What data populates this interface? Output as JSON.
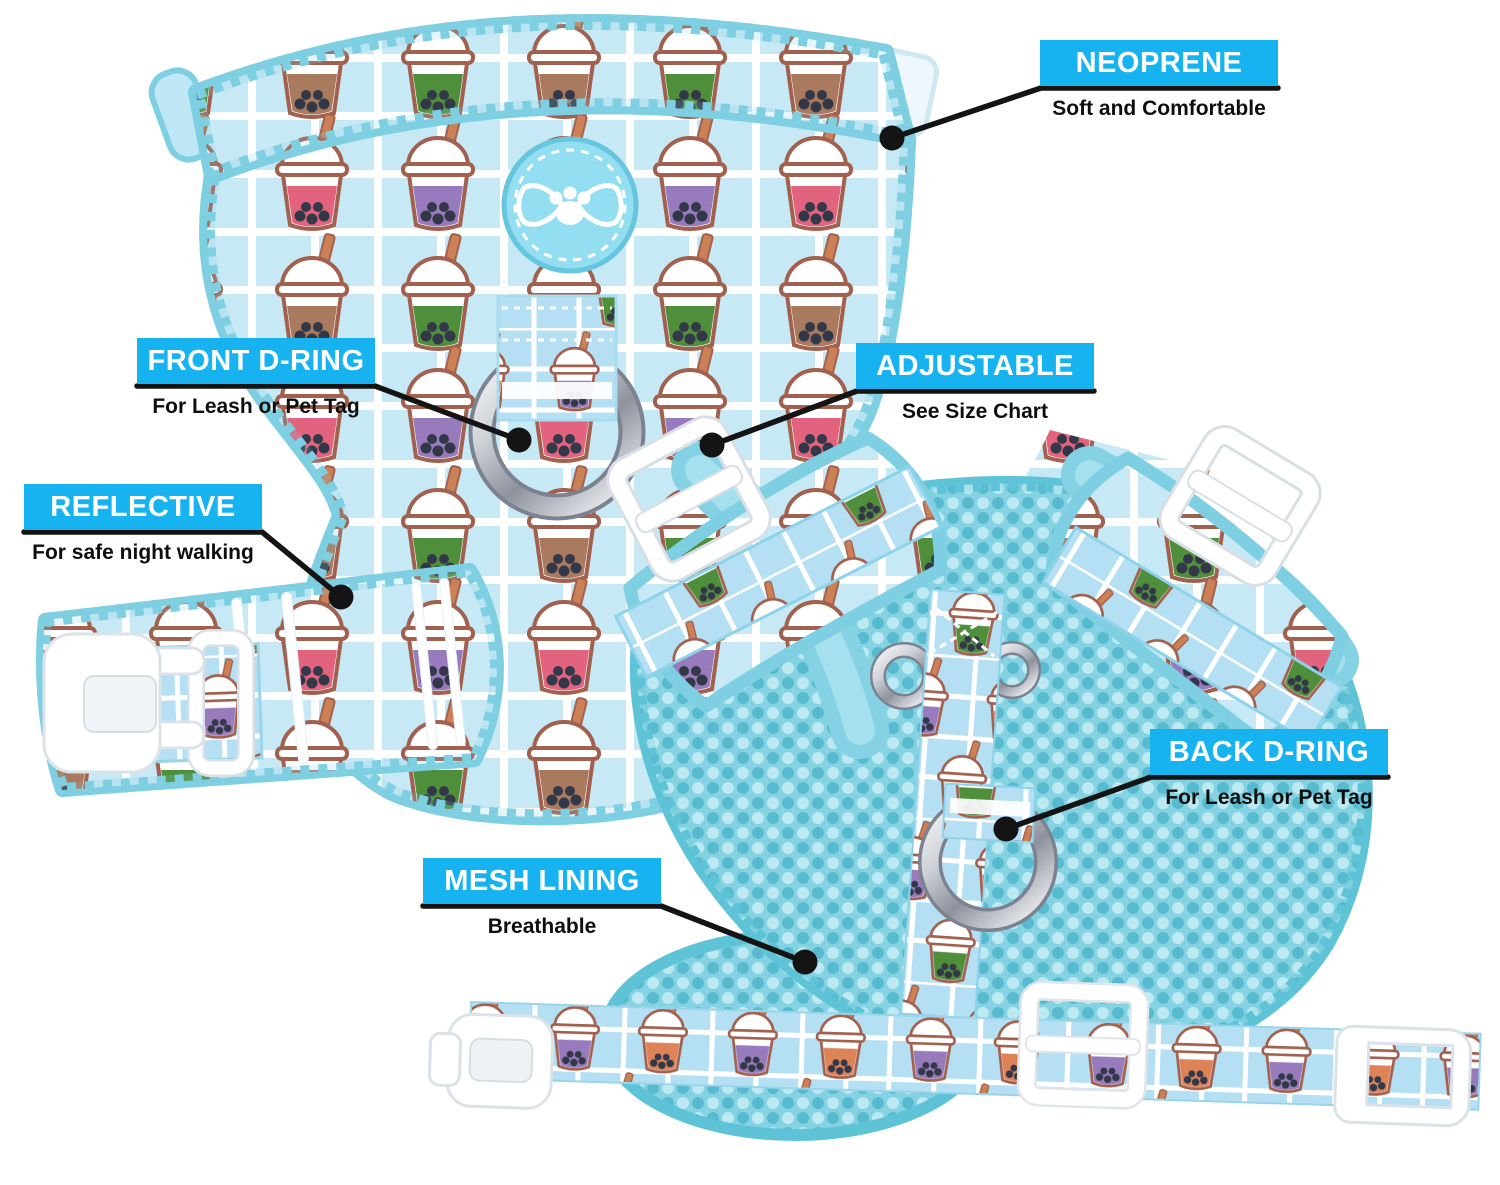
{
  "product": {
    "accent_color": "#17b2f0",
    "callout_line_color": "#141414",
    "logo_icon": "bowtie-paw-logo",
    "callouts": [
      {
        "id": "neoprene",
        "title": "NEOPRENE",
        "subtitle": "Soft and Comfortable"
      },
      {
        "id": "front-d-ring",
        "title": "FRONT D-RING",
        "subtitle": "For Leash or Pet Tag"
      },
      {
        "id": "reflective",
        "title": "REFLECTIVE",
        "subtitle": "For safe night walking"
      },
      {
        "id": "adjustable",
        "title": "ADJUSTABLE",
        "subtitle": "See Size Chart"
      },
      {
        "id": "back-d-ring",
        "title": "BACK D-RING",
        "subtitle": "For Leash or Pet Tag"
      },
      {
        "id": "mesh-lining",
        "title": "MESH LINING",
        "subtitle": "Breathable"
      }
    ]
  }
}
